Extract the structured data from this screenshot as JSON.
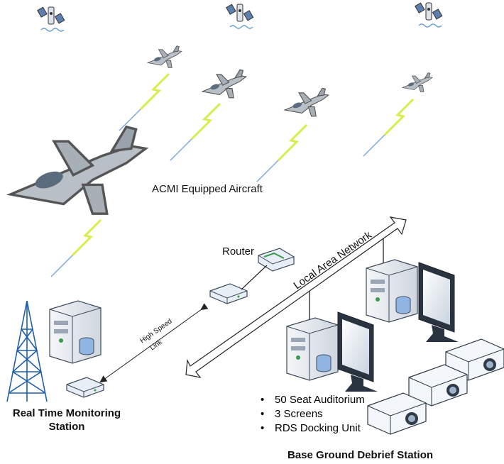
{
  "labels": {
    "aircraft": "ACMI Equipped Aircraft",
    "router": "Router",
    "lan": "Local Area Network",
    "link_line1": "High Speed",
    "link_line2": "Link",
    "rtm_line1": "Real Time Monitoring",
    "rtm_line2": "Station",
    "base_station": "Base Ground Debrief Station"
  },
  "features": [
    "50 Seat Auditorium",
    "3 Screens",
    "RDS Docking Unit"
  ],
  "icons": [
    "satellite-icon",
    "fighter-jet-icon",
    "lightning-link-icon",
    "radio-tower-icon",
    "server-icon",
    "monitor-icon",
    "projector-icon",
    "router-icon",
    "modem-icon"
  ],
  "colors": {
    "bolt": "#d8ec4a",
    "bolt_tail": "#7fa7d8",
    "device": "#e8eef6",
    "device_edge": "#3c4a5a",
    "jet": "#b8bfc6",
    "tower": "#1f5fa8"
  }
}
